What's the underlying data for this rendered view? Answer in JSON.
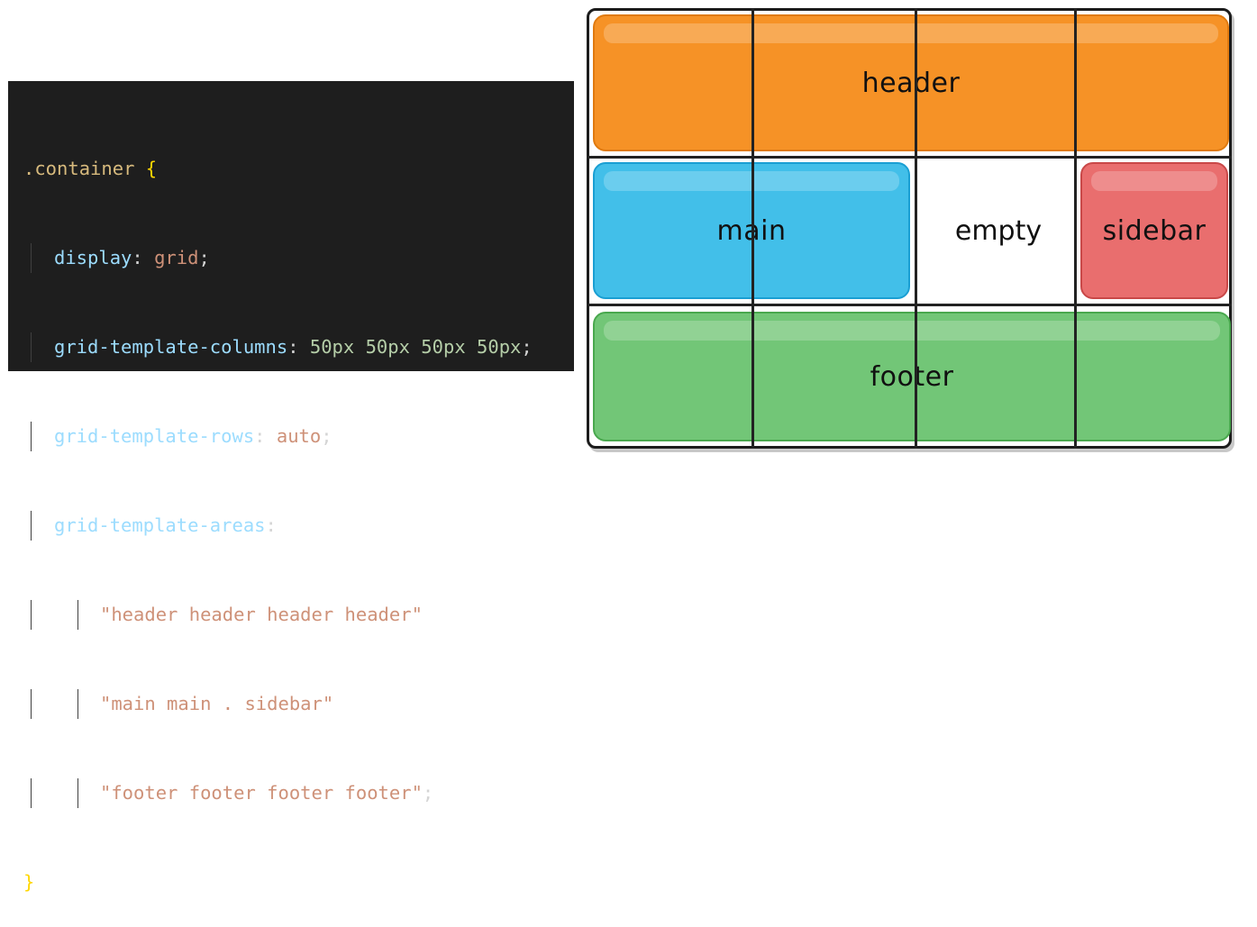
{
  "code": {
    "selector": ".container",
    "open_brace": "{",
    "close_brace": "}",
    "display_prop": "display",
    "display_value": "grid",
    "columns_prop": "grid-template-columns",
    "columns_value": "50px 50px 50px 50px",
    "rows_prop": "grid-template-rows",
    "rows_value": "auto",
    "areas_prop": "grid-template-areas",
    "areas_row1": "\"header header header header\"",
    "areas_row2": "\"main main . sidebar\"",
    "areas_row3": "\"footer footer footer footer\"",
    "colon": ":",
    "semicolon": ";"
  },
  "diagram": {
    "header_label": "header",
    "main_label": "main",
    "empty_label": "empty",
    "sidebar_label": "sidebar",
    "footer_label": "footer",
    "colors": {
      "header": "#f5891a",
      "main": "#28b6e6",
      "sidebar": "#e65a5a",
      "footer": "#5fbe64"
    }
  }
}
